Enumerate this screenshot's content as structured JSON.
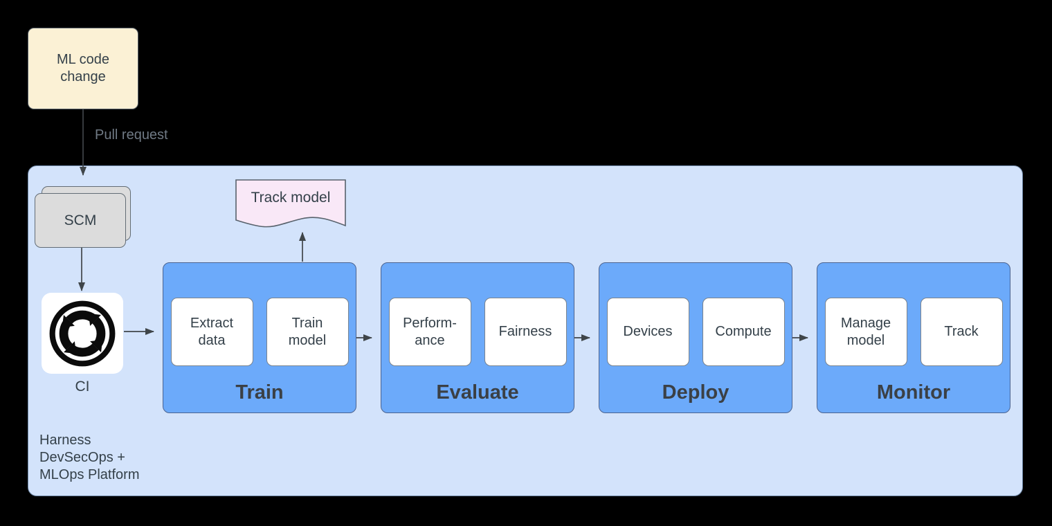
{
  "nodes": {
    "ml_code_change": "ML code\nchange",
    "pull_request": "Pull request",
    "scm": "SCM",
    "ci": "CI",
    "track_model": "Track model",
    "platform": "Harness\nDevSecOps +\nMLOps Platform"
  },
  "stages": [
    {
      "title": "Train",
      "boxes": [
        "Extract\ndata",
        "Train\nmodel"
      ]
    },
    {
      "title": "Evaluate",
      "boxes": [
        "Perform-\nance",
        "Fairness"
      ]
    },
    {
      "title": "Deploy",
      "boxes": [
        "Devices",
        "Compute"
      ]
    },
    {
      "title": "Monitor",
      "boxes": [
        "Manage\nmodel",
        "Track"
      ]
    }
  ],
  "icons": {
    "ci": "ci-cycle-icon"
  },
  "colors": {
    "bg": "#000000",
    "platform_fill": "#D3E3FB",
    "platform_border": "#6E87A7",
    "stage_fill": "#6CAAFA",
    "stage_border": "#4B6390",
    "box_border": "#7A838D",
    "note_fill": "#FBF1D5",
    "note_border": "#5A646D",
    "scm_fill": "#DCDCDC",
    "scm_border": "#626C75",
    "doc_fill": "#F9E8F7",
    "doc_border": "#57616B",
    "arrow": "#3F4549",
    "text_dark": "#344049",
    "title_color": "#3B4045",
    "label_gray": "#707A85"
  }
}
